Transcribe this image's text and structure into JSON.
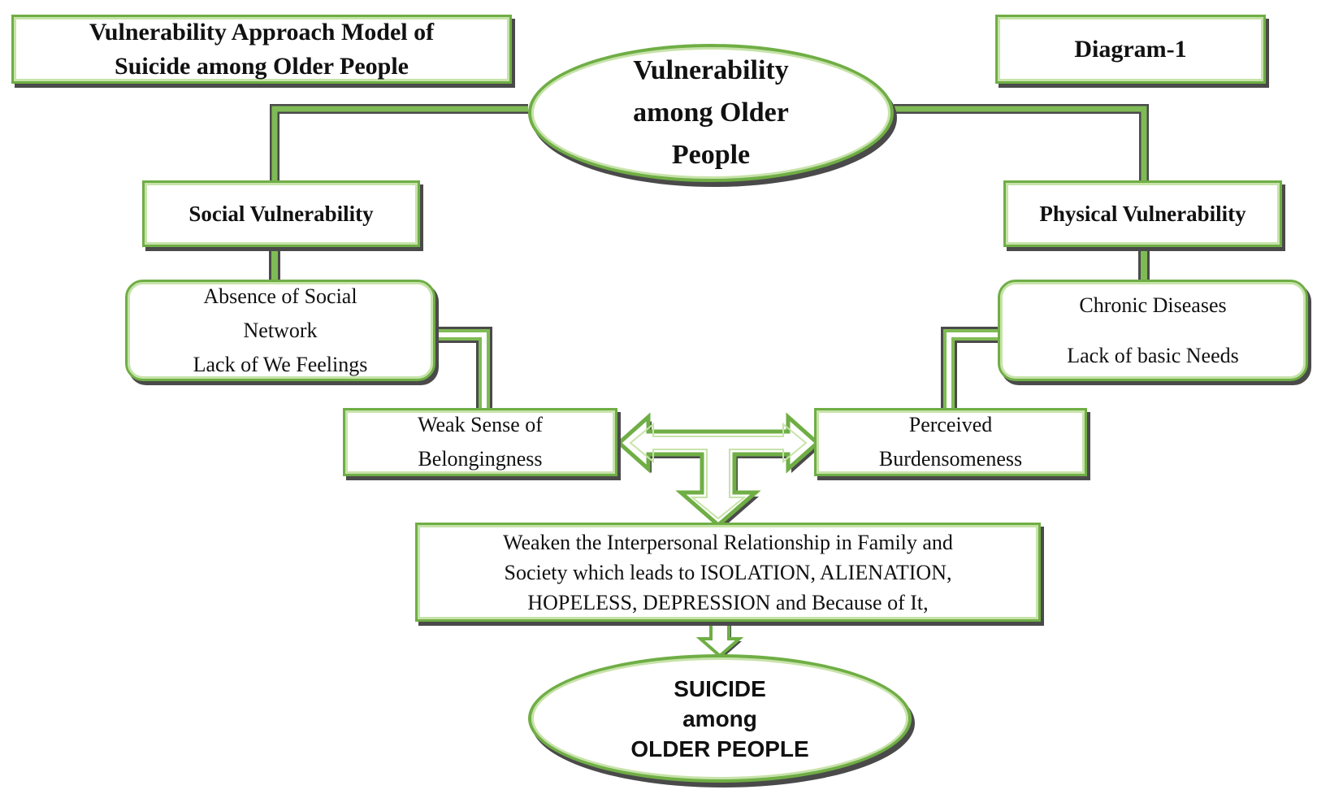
{
  "title_box": {
    "line1": "Vulnerability Approach Model of",
    "line2": "Suicide among Older People"
  },
  "diagram_label": "Diagram-1",
  "center_node": {
    "line1": "Vulnerability",
    "line2": "among Older",
    "line3": "People"
  },
  "social_vulnerability": {
    "label": "Social Vulnerability",
    "factors": {
      "line1": "Absence  of Social",
      "line2": "Network",
      "line3": "Lack  of We Feelings"
    },
    "outcome": {
      "line1": "Weak  Sense  of",
      "line2": "Belongingness"
    }
  },
  "physical_vulnerability": {
    "label": "Physical Vulnerability",
    "factors": {
      "line1": "Chronic Diseases",
      "line2": "Lack  of basic  Needs"
    },
    "outcome": {
      "line1": "Perceived",
      "line2": "Burdensomeness"
    }
  },
  "relationship_box": {
    "line1": "Weaken  the Interpersonal  Relationship  in Family  and",
    "line2": "Society  which  leads to ISOLATION,  ALIENATION,",
    "line3": "HOPELESS,  DEPRESSION  and Because of It,"
  },
  "final_node": {
    "line1": "SUICIDE",
    "line2": "among",
    "line3": "OLDER PEOPLE"
  },
  "colors": {
    "border_green": "#6fae45",
    "inner_green": "#c7e3a9",
    "shadow": "#4a4a4a"
  }
}
